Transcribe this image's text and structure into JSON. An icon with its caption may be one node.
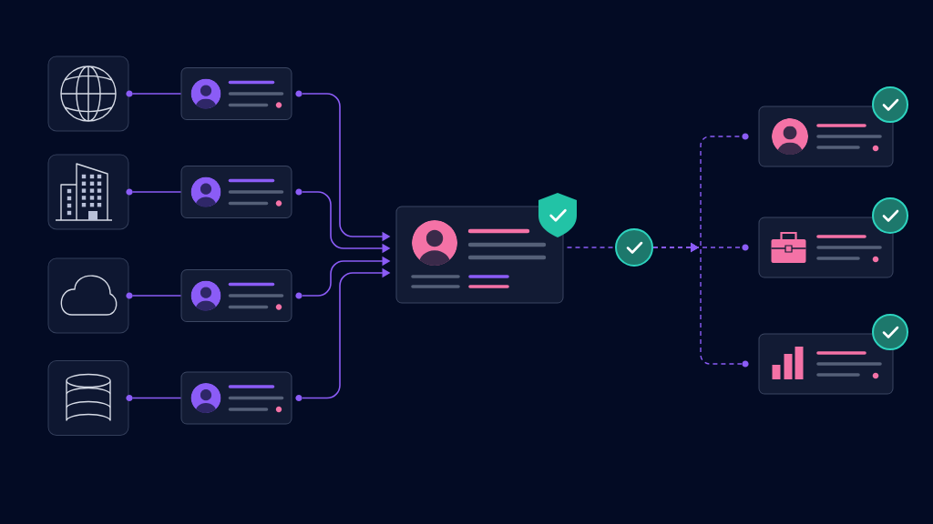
{
  "diagram": {
    "nodes": [
      {
        "text": [],
        "shape": "picture"
      },
      {
        "text": [],
        "shape": "picture"
      },
      {
        "text": [],
        "shape": "picture"
      },
      {
        "text": [],
        "shape": "picture"
      },
      {
        "text": [],
        "shape": "box"
      },
      {
        "text": [],
        "shape": "box"
      },
      {
        "text": [],
        "shape": "box"
      },
      {
        "text": [],
        "shape": "box"
      },
      {
        "text": [],
        "shape": "box"
      },
      {
        "text": [],
        "shape": "circle"
      },
      {
        "text": [],
        "shape": "box"
      },
      {
        "text": [],
        "shape": "box"
      },
      {
        "text": [],
        "shape": "box"
      }
    ],
    "edges": [
      {
        "from": 0,
        "to": 4,
        "arrow": "none"
      },
      {
        "from": 1,
        "to": 5,
        "arrow": "none"
      },
      {
        "from": 2,
        "to": 6,
        "arrow": "none"
      },
      {
        "from": 3,
        "to": 7,
        "arrow": "none"
      },
      {
        "from": 4,
        "to": 8,
        "arrow": "to"
      },
      {
        "from": 5,
        "to": 8,
        "arrow": "to"
      },
      {
        "from": 6,
        "to": 8,
        "arrow": "to"
      },
      {
        "from": 7,
        "to": 8,
        "arrow": "to"
      },
      {
        "from": 8,
        "to": 9,
        "arrow": "none",
        "style": "dashed"
      },
      {
        "from": 9,
        "to": 10,
        "arrow": "to",
        "style": "dashed"
      },
      {
        "from": 9,
        "to": 11,
        "arrow": "to",
        "style": "dashed"
      },
      {
        "from": 9,
        "to": 12,
        "arrow": "to",
        "style": "dashed"
      }
    ]
  }
}
